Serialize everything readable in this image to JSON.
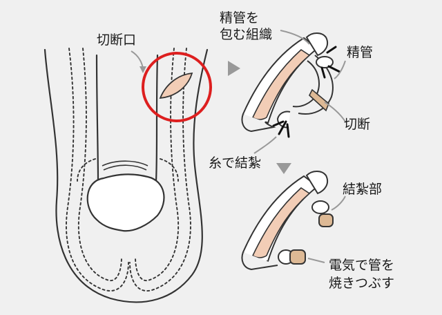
{
  "labels": {
    "incision": "切断口",
    "sheath_line1": "精管を",
    "sheath_line2": "包む組織",
    "vas": "精管",
    "cut": "切断",
    "tie": "糸で結紮",
    "ligated": "結紮部",
    "cauterize_line1": "電気で管を",
    "cauterize_line2": "焼きつぶす"
  },
  "colors": {
    "background": "#f0f0f0",
    "outline": "#333333",
    "highlight_circle": "#dd1f1f",
    "tissue_fill": "#f2cdb6",
    "vas_fill": "#ddb995",
    "arrow_gray": "#999999"
  },
  "icons": [
    "arrow-right-icon",
    "arrow-down-icon"
  ]
}
